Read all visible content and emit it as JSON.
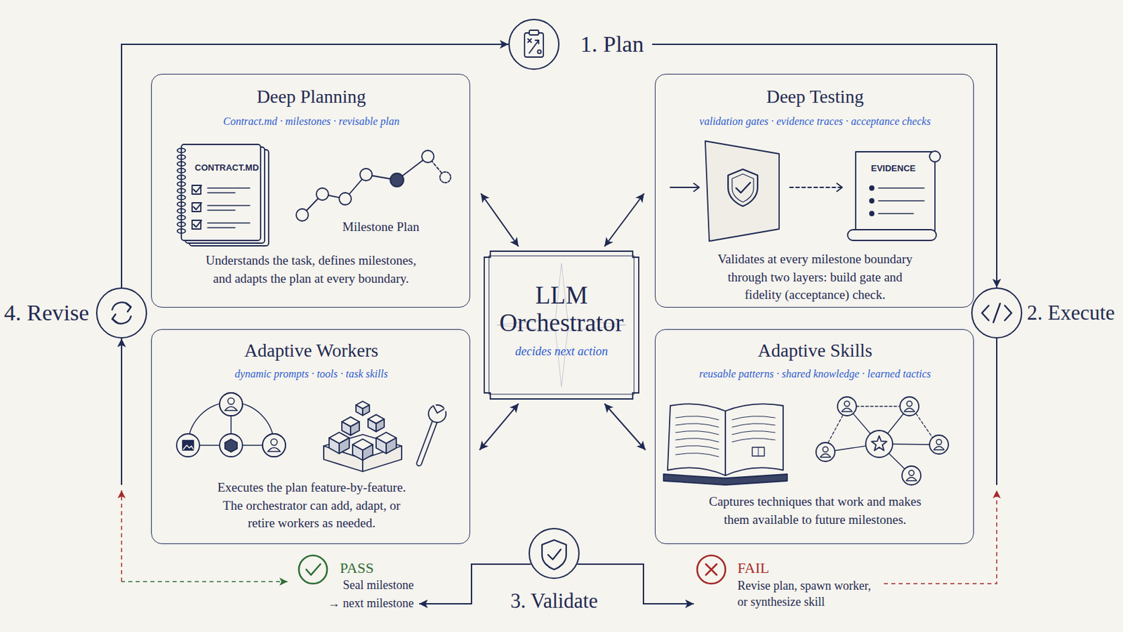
{
  "diagram": {
    "nodes": [
      {
        "text": [
          "1. Plan"
        ]
      },
      {
        "text": [
          "Deep Planning",
          "Contract.md · milestones · revisable plan",
          "CONTRACT.MD",
          "Milestone Plan",
          "Understands the task, defines milestones, and adapts the plan at every boundary."
        ]
      },
      {
        "text": [
          "Deep Testing",
          "validation gates · evidence traces · acceptance checks",
          "EVIDENCE",
          "Validates at every milestone boundary through two layers: build gate and fidelity (acceptance) check."
        ]
      },
      {
        "text": [
          "4. Revise"
        ]
      },
      {
        "text": [
          "LLM Orchestrator",
          "decides next action"
        ]
      },
      {
        "text": [
          "2. Execute"
        ]
      },
      {
        "text": [
          "Adaptive Workers",
          "dynamic prompts · tools · task skills",
          "Executes the plan feature-by-feature. The orchestrator can add, adapt, or retire workers as needed."
        ]
      },
      {
        "text": [
          "Adaptive Skills",
          "reusable patterns · shared knowledge · learned tactics",
          "Captures techniques that work and makes them available to future milestones."
        ]
      },
      {
        "text": [
          "PASS",
          "Seal milestone",
          "→ next milestone"
        ]
      },
      {
        "text": [
          "3. Validate"
        ]
      },
      {
        "text": [
          "FAIL",
          "Revise plan, spawn worker, or synthesize skill"
        ]
      }
    ],
    "edges": [
      {
        "from": 3,
        "to": 0,
        "arrow": "to"
      },
      {
        "from": 0,
        "to": 5,
        "arrow": "to"
      },
      {
        "from": 4,
        "to": 1,
        "arrow": "both"
      },
      {
        "from": 4,
        "to": 2,
        "arrow": "both"
      },
      {
        "from": 4,
        "to": 6,
        "arrow": "both"
      },
      {
        "from": 4,
        "to": 7,
        "arrow": "both"
      },
      {
        "from": 9,
        "to": 8,
        "arrow": "to"
      },
      {
        "from": 9,
        "to": 10,
        "arrow": "to"
      },
      {
        "from": 8,
        "to": 3,
        "arrow": "both"
      },
      {
        "from": 10,
        "to": 5,
        "arrow": "to"
      }
    ]
  }
}
